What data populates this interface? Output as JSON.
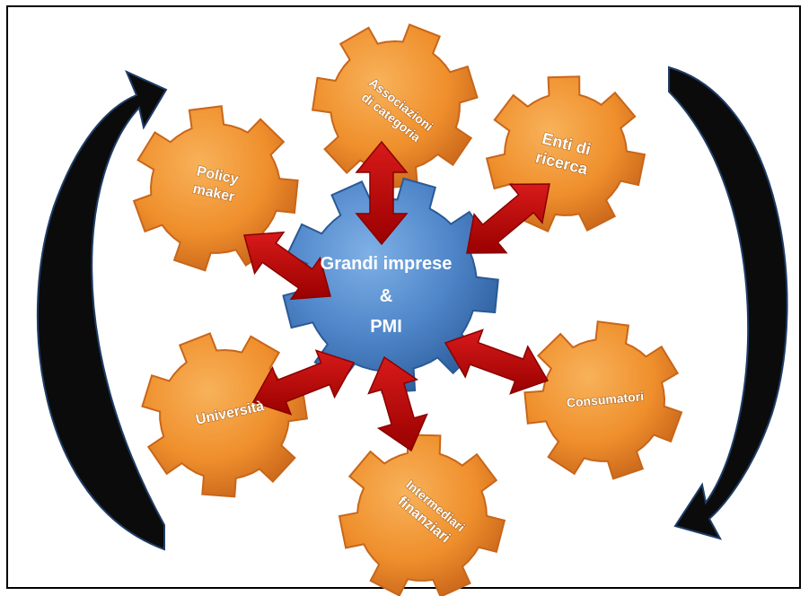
{
  "colors": {
    "gear_orange": "#f0902a",
    "gear_orange_dark": "#c8661a",
    "gear_blue": "#4f86c9",
    "gear_blue_dark": "#2c5d9c",
    "arrow_red": "#c00000",
    "arrow_red_dark": "#8a0000",
    "cycle_arrow": "#0b0b0b",
    "frame": "#000000"
  },
  "center": {
    "line1": "Grandi imprese",
    "line2": "&",
    "line3": "PMI"
  },
  "nodes": {
    "associazioni": {
      "line1": "Associazioni",
      "line2": "di categoria"
    },
    "enti": {
      "line1": "Enti di",
      "line2": "ricerca"
    },
    "policy": {
      "line1": "Policy",
      "line2": "maker"
    },
    "consumatori": {
      "line1": "Consumatori"
    },
    "universita": {
      "line1": "Università"
    },
    "intermediari": {
      "line1": "Intermediari",
      "line2": "finanziari"
    }
  },
  "icons": {
    "cycle_left": "curved-arrow-up-icon",
    "cycle_right": "curved-arrow-down-icon",
    "link": "double-headed-arrow-icon"
  }
}
